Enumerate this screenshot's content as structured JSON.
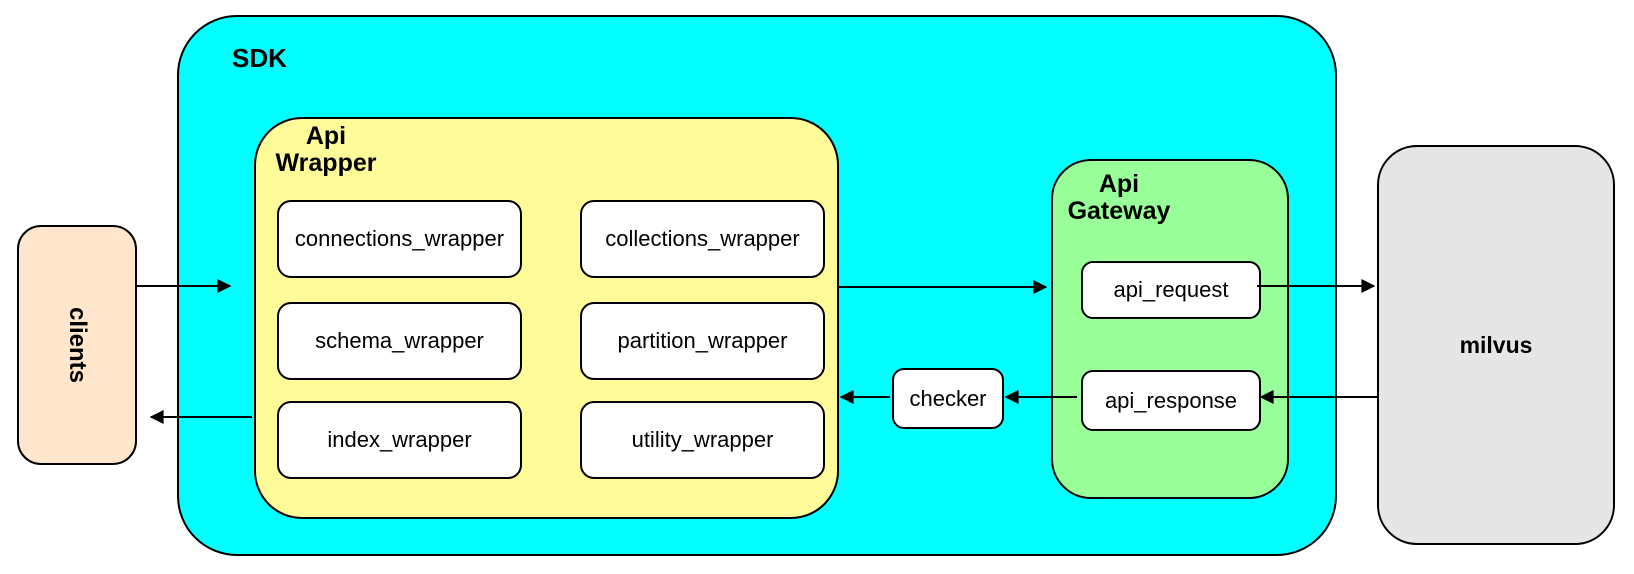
{
  "colors": {
    "background": "#FFFFFF",
    "stroke": "#000000",
    "sdk_fill": "#00FFFF",
    "api_wrapper_fill": "#FFFB99",
    "api_gateway_fill": "#99FF99",
    "clients_fill": "#FFE6CC",
    "milvus_fill": "#E6E6E6",
    "node_fill": "#FFFFFF"
  },
  "clients": {
    "label": "clients"
  },
  "sdk": {
    "label": "SDK",
    "api_wrapper": {
      "label_line1": "Api",
      "label_line2": "Wrapper",
      "boxes": [
        "connections_wrapper",
        "collections_wrapper",
        "schema_wrapper",
        "partition_wrapper",
        "index_wrapper",
        "utility_wrapper"
      ]
    },
    "checker": {
      "label": "checker"
    },
    "api_gateway": {
      "label_line1": "Api",
      "label_line2": "Gateway",
      "api_request": {
        "label": "api_request"
      },
      "api_response": {
        "label": "api_response"
      }
    }
  },
  "milvus": {
    "label": "milvus"
  }
}
